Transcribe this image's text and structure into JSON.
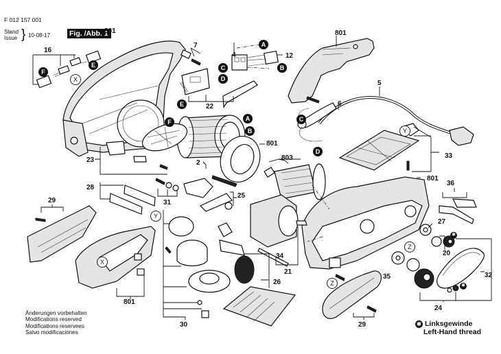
{
  "header": {
    "document_number": "F 012 157 001",
    "stand_label": "Stand",
    "issue_label": "Issue",
    "date": "10-08-17",
    "figure_label": "Fig. /Abb. 1"
  },
  "footer_notes": [
    "Änderungen vorbehalten",
    "Modifications reserved",
    "Modifications reservees",
    "Salvo modificaciones"
  ],
  "legend": {
    "symbol": "star-in-circle",
    "line1": "Linksgewinde",
    "line2": "Left-Hand thread"
  },
  "part_labels": [
    "801",
    "7",
    "16",
    "4",
    "12",
    "22",
    "801",
    "5",
    "6",
    "2",
    "801",
    "803",
    "23",
    "28",
    "31",
    "25",
    "801",
    "36",
    "29",
    "27",
    "20",
    "32",
    "34",
    "21",
    "35",
    "26",
    "801",
    "24",
    "30",
    "29",
    "33"
  ],
  "connection_markers": {
    "filled": [
      "A",
      "B",
      "C",
      "D",
      "E",
      "F",
      "E",
      "F",
      "A",
      "B",
      "C",
      "D"
    ],
    "outlined": [
      "X",
      "Y",
      "X",
      "Y",
      "Y",
      "Z",
      "Z",
      "Z"
    ]
  },
  "parts": {
    "housing_left": "801",
    "screw": "7",
    "carbon_brushes": "16",
    "switch": "4",
    "capacitor": "12",
    "switch_holder": "22",
    "handle": "801",
    "power_cord": "5",
    "cord_protector": "6",
    "field_winding": "2",
    "fan_baffle": "801",
    "armature": "803",
    "switch_slide": "23",
    "guide_rails": "28",
    "fastening_set": "31",
    "brush_plate": "25",
    "gear_housing": "801",
    "service_kit": "36",
    "side_cover_left": "29",
    "bearing": "27",
    "bearing_flange": "20",
    "drive_belt": "32",
    "chip_guide": "34",
    "planer_shaft_kit": "21",
    "ball_bearing": "35",
    "planer_sole": "26",
    "housing_cover": "801",
    "belt_pulley_kit": "24",
    "depth_adjust_knob": "30",
    "belt_cover": "29",
    "parallel_guide_kit": "33"
  }
}
